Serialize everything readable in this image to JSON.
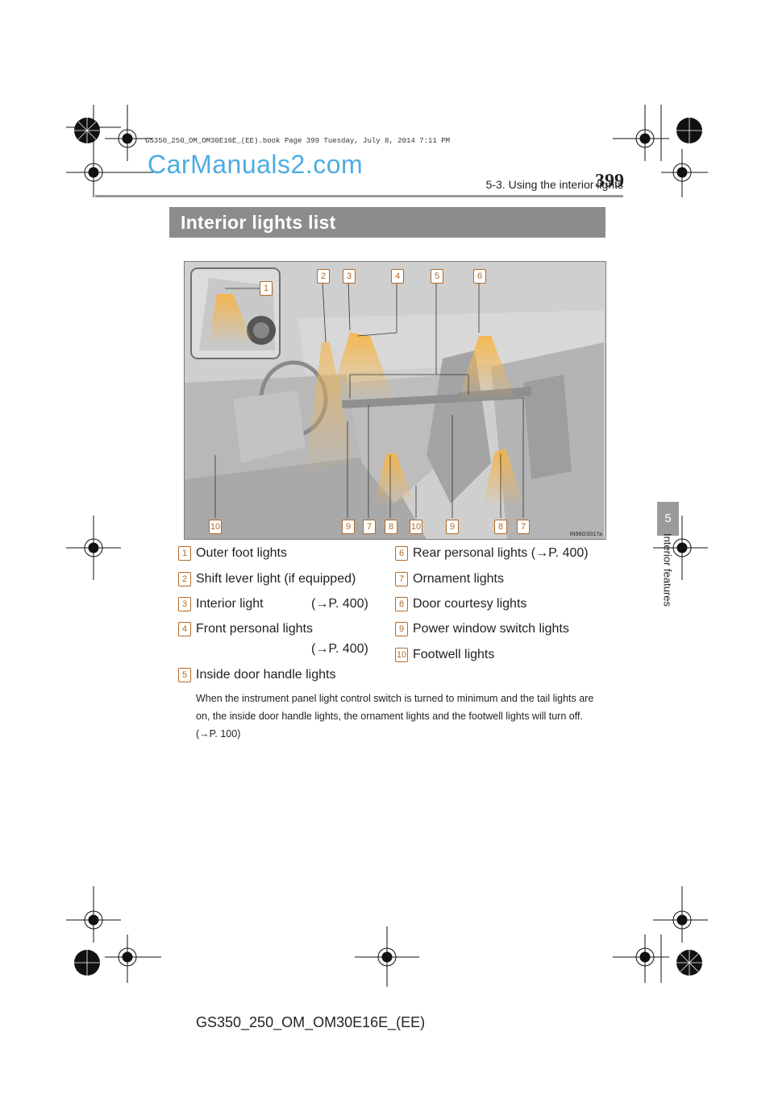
{
  "print_line": "GS350_250_OM_OM30E16E_(EE).book  Page 399  Tuesday, July 8, 2014  7:11 PM",
  "watermark": "CarManuals2.com",
  "header": {
    "section": "5-3. Using the interior lights",
    "page_number": "399"
  },
  "side_tab": {
    "chapter": "5",
    "label": "Interior features"
  },
  "title": "Interior lights list",
  "diagram": {
    "image_code": "IN56GS017a",
    "inset_callout": "1",
    "top_callouts": [
      "2",
      "3",
      "4",
      "5",
      "6"
    ],
    "bottom_callouts": [
      "10",
      "9",
      "7",
      "8",
      "10",
      "9",
      "8",
      "7"
    ]
  },
  "items": [
    {
      "num": "1",
      "label": "Outer foot lights",
      "ref": ""
    },
    {
      "num": "2",
      "label": "Shift lever light (if equipped)",
      "ref": ""
    },
    {
      "num": "3",
      "label": "Interior light",
      "ref": "(→P. 400)"
    },
    {
      "num": "4",
      "label": "Front personal lights",
      "ref": "(→P. 400)"
    },
    {
      "num": "5",
      "label": "Inside door handle lights",
      "ref": ""
    },
    {
      "num": "6",
      "label": "Rear personal lights (→P. 400)",
      "ref": ""
    },
    {
      "num": "7",
      "label": "Ornament lights",
      "ref": ""
    },
    {
      "num": "8",
      "label": "Door courtesy lights",
      "ref": ""
    },
    {
      "num": "9",
      "label": "Power window switch lights",
      "ref": ""
    },
    {
      "num": "10",
      "label": "Footwell lights",
      "ref": ""
    }
  ],
  "note": "When the instrument panel light control switch is turned to minimum and the tail lights are on, the inside door handle lights, the ornament lights and the footwell lights will turn off. (→P. 100)",
  "footer": "GS350_250_OM_OM30E16E_(EE)"
}
